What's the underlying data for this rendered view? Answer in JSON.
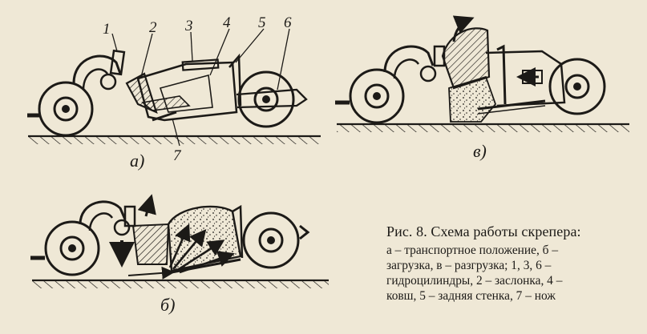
{
  "figure": {
    "part_labels": [
      "1",
      "2",
      "3",
      "4",
      "5",
      "6",
      "7"
    ],
    "subfigure_labels": [
      "а)",
      "в)",
      "б)"
    ]
  },
  "caption": {
    "title": "Рис. 8. Схема работы скрепера:",
    "lines": [
      "а – транспортное положение, б –",
      "загрузка, в – разгрузка; 1, 3, 6 –",
      "гидроцилиндры, 2 – заслонка, 4 –",
      "ковш, 5 – задняя стенка, 7 – нож"
    ]
  },
  "colors": {
    "paper": "#efe8d6",
    "ink": "#1c1a17"
  }
}
